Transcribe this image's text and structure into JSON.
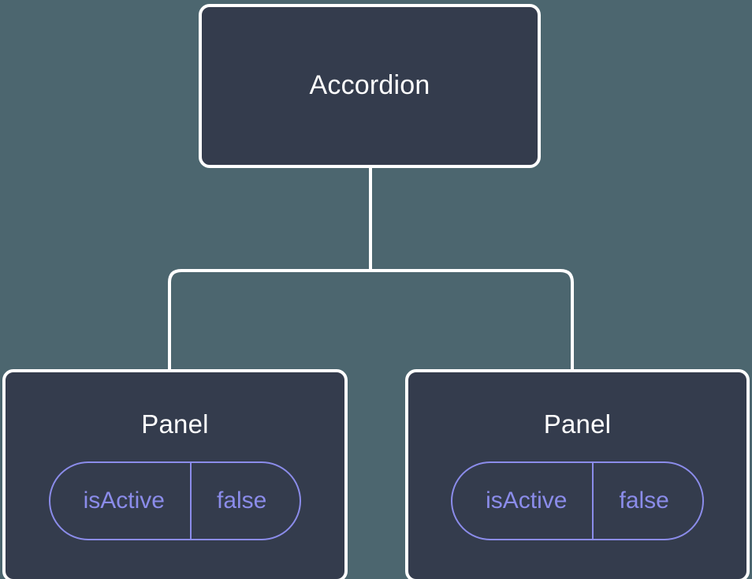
{
  "diagram": {
    "type": "component-tree",
    "background_color": "#4c666f",
    "node_fill_color": "#343c4d",
    "node_border_color": "#ffffff",
    "connector_color": "#ffffff",
    "state_accent_color": "#8b8cea",
    "root": {
      "label": "Accordion"
    },
    "children": [
      {
        "label": "Panel",
        "state": {
          "key": "isActive",
          "value": "false"
        }
      },
      {
        "label": "Panel",
        "state": {
          "key": "isActive",
          "value": "false"
        }
      }
    ]
  }
}
